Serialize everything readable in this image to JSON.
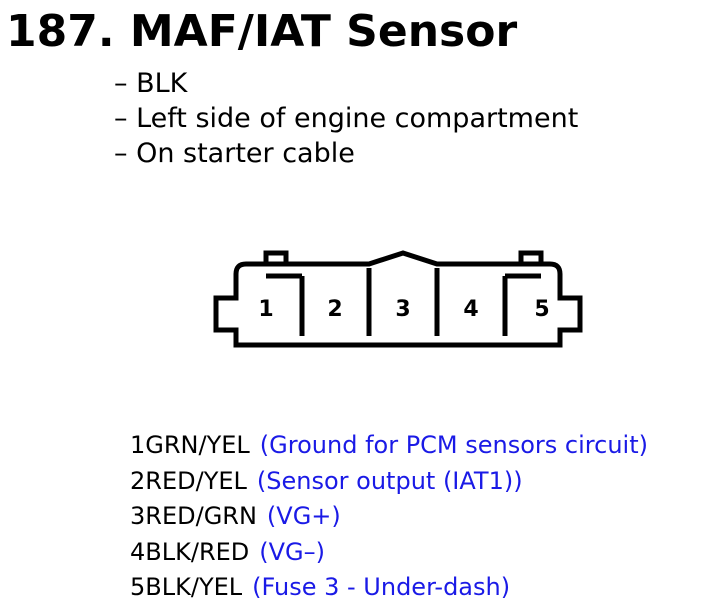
{
  "title": "187. MAF/IAT Sensor",
  "info": [
    "– BLK",
    "– Left side of engine compartment",
    "– On starter cable"
  ],
  "connector": {
    "pin_labels": [
      "1",
      "2",
      "3",
      "4",
      "5"
    ],
    "stroke_color": "#000000"
  },
  "pins": [
    {
      "number": "1",
      "wire": "GRN/YEL",
      "desc": "(Ground for PCM sensors circuit)"
    },
    {
      "number": "2",
      "wire": "RED/YEL",
      "desc": "(Sensor output (IAT1))"
    },
    {
      "number": "3",
      "wire": "RED/GRN",
      "desc": "(VG+)"
    },
    {
      "number": "4",
      "wire": "BLK/RED",
      "desc": "(VG–)"
    },
    {
      "number": "5",
      "wire": "BLK/YEL",
      "desc": "(Fuse 3 - Under-dash)"
    }
  ],
  "colors": {
    "text": "#000000",
    "description": "#1a1ae6"
  }
}
